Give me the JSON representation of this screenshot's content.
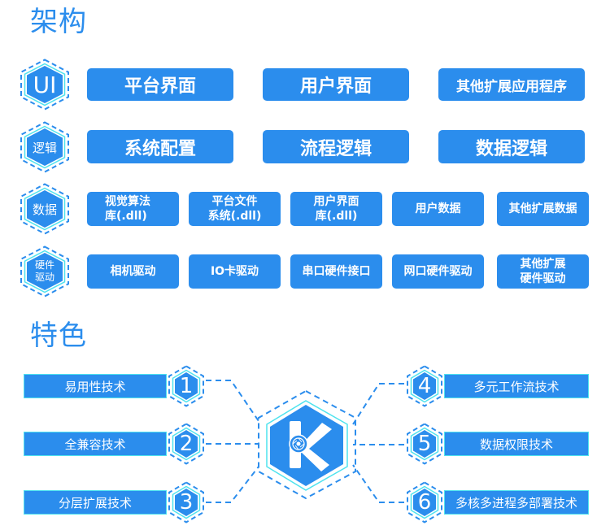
{
  "architecture": {
    "title": "架构",
    "rows": [
      {
        "label": "UI",
        "items": [
          "平台界面",
          "用户界面",
          "其他扩展应用程序"
        ]
      },
      {
        "label": "逻辑",
        "items": [
          "系统配置",
          "流程逻辑",
          "数据逻辑"
        ]
      },
      {
        "label": "数据",
        "items": [
          "视觉算法\n库(.dll)",
          "平台文件\n系统(.dll)",
          "用户界面\n库(.dll)",
          "用户数据",
          "其他扩展数据"
        ]
      },
      {
        "label": "硬件\n驱动",
        "items": [
          "相机驱动",
          "IO卡驱动",
          "串口硬件接口",
          "网口硬件驱动",
          "其他扩展\n硬件驱动"
        ]
      }
    ]
  },
  "features": {
    "title": "特色",
    "center_logo": "K",
    "left": [
      {
        "number": "1",
        "label": "易用性技术"
      },
      {
        "number": "2",
        "label": "全兼容技术"
      },
      {
        "number": "3",
        "label": "分层扩展技术"
      }
    ],
    "right": [
      {
        "number": "4",
        "label": "多元工作流技术"
      },
      {
        "number": "5",
        "label": "数据权限技术"
      },
      {
        "number": "6",
        "label": "多核多进程多部署技术"
      }
    ]
  },
  "colors": {
    "primary": "#2b8ded",
    "accent_cyan": "#4fe3ee",
    "background": "#ffffff"
  }
}
